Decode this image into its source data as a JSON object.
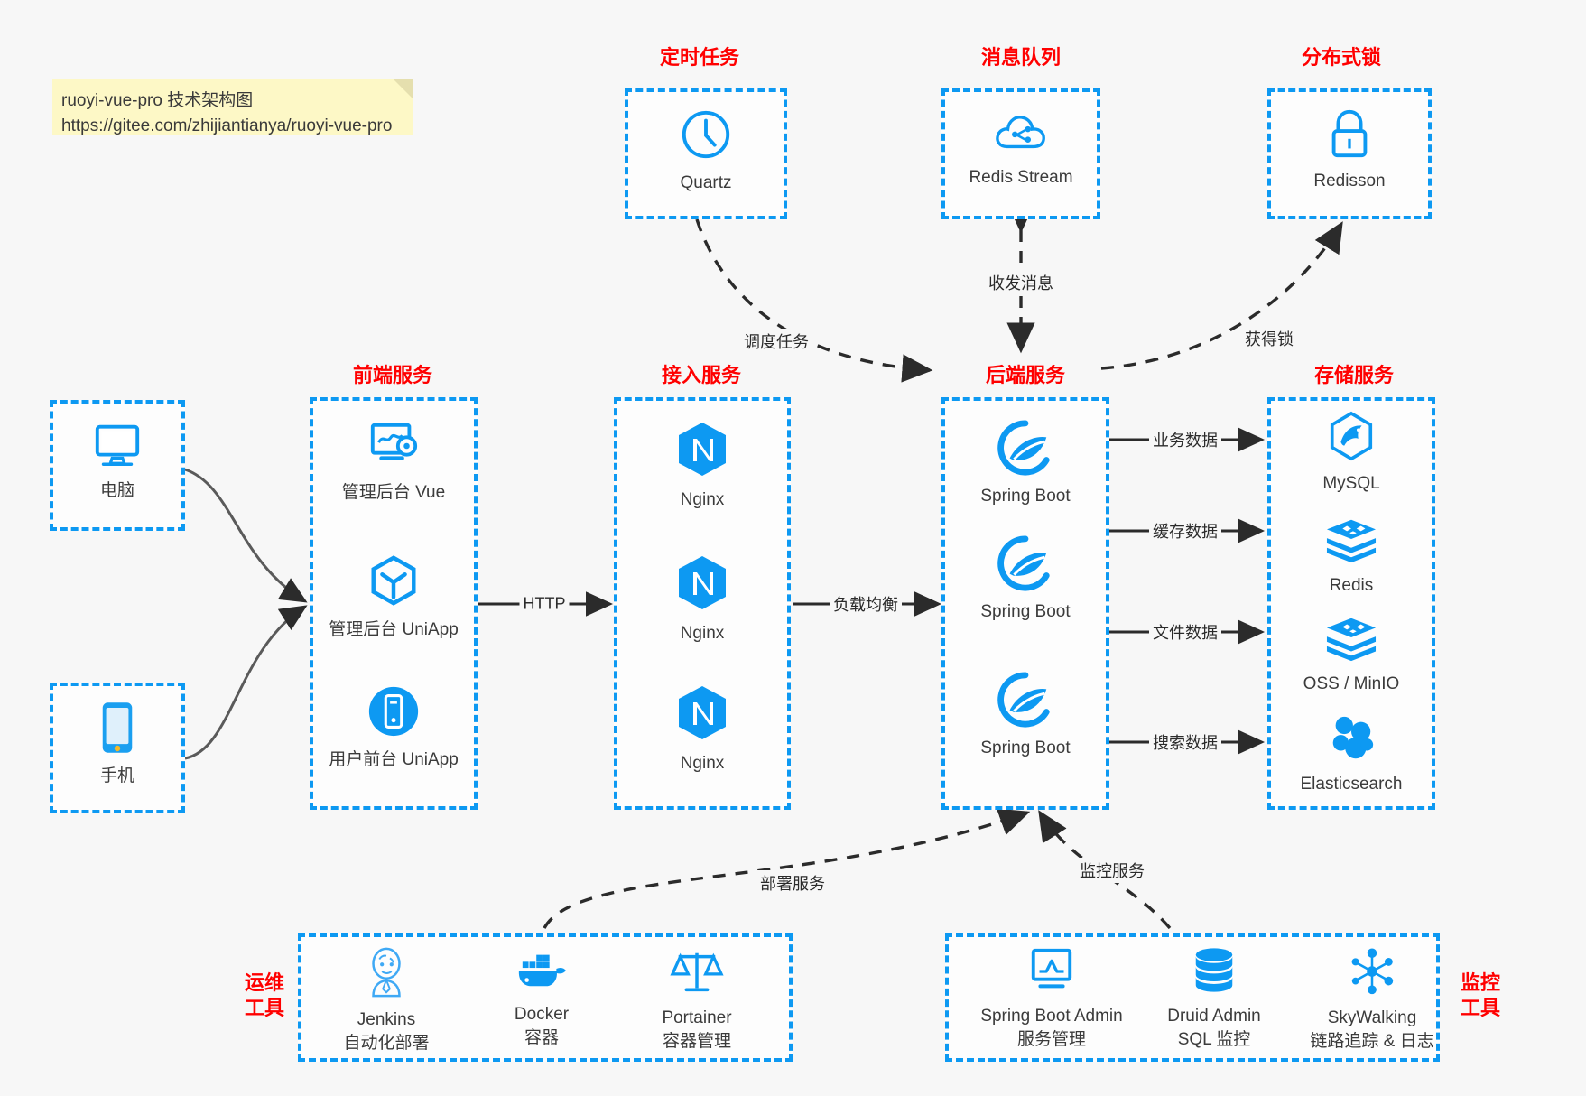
{
  "note": {
    "line1": "ruoyi-vue-pro 技术架构图",
    "line2": "https://gitee.com/zhijiantianya/ruoyi-vue-pro"
  },
  "colors": {
    "dashed_border": "#0d99f2",
    "group_title": "#ff0000",
    "icon_blue": "#0d99f2",
    "background": "#f7f7f7",
    "note_bg": "#fdf8c6",
    "edge": "#4a4a4a",
    "label_text": "#3b3b3b"
  },
  "groups": {
    "scheduled_task": {
      "title": "定时任务"
    },
    "message_queue": {
      "title": "消息队列"
    },
    "distributed_lock": {
      "title": "分布式锁"
    },
    "frontend": {
      "title": "前端服务"
    },
    "gateway": {
      "title": "接入服务"
    },
    "backend": {
      "title": "后端服务"
    },
    "storage": {
      "title": "存储服务"
    },
    "devops": {
      "title_line1": "运维",
      "title_line2": "工具"
    },
    "monitor": {
      "title_line1": "监控",
      "title_line2": "工具"
    }
  },
  "nodes": {
    "quartz": {
      "label": "Quartz",
      "icon": "clock-icon"
    },
    "redis_stream": {
      "label": "Redis Stream",
      "icon": "cloud-network-icon"
    },
    "redisson": {
      "label": "Redisson",
      "icon": "padlock-icon"
    },
    "computer": {
      "label": "电脑",
      "icon": "desktop-monitor-icon"
    },
    "phone": {
      "label": "手机",
      "icon": "mobile-phone-icon"
    },
    "admin_vue": {
      "label": "管理后台 Vue",
      "icon": "dashboard-gear-icon"
    },
    "admin_uniapp": {
      "label": "管理后台 UniApp",
      "icon": "uniapp-cube-icon"
    },
    "user_uniapp": {
      "label": "用户前台 UniApp",
      "icon": "mobile-app-icon"
    },
    "nginx1": {
      "label": "Nginx",
      "icon": "nginx-icon"
    },
    "nginx2": {
      "label": "Nginx",
      "icon": "nginx-icon"
    },
    "nginx3": {
      "label": "Nginx",
      "icon": "nginx-icon"
    },
    "springboot1": {
      "label": "Spring Boot",
      "icon": "spring-boot-leaf-icon"
    },
    "springboot2": {
      "label": "Spring Boot",
      "icon": "spring-boot-leaf-icon"
    },
    "springboot3": {
      "label": "Spring Boot",
      "icon": "spring-boot-leaf-icon"
    },
    "mysql": {
      "label": "MySQL",
      "icon": "mysql-dolphin-icon"
    },
    "redis": {
      "label": "Redis",
      "icon": "redis-stack-icon"
    },
    "oss_minio": {
      "label": "OSS / MinIO",
      "icon": "redis-stack-icon"
    },
    "elasticsearch": {
      "label": "Elasticsearch",
      "icon": "elasticsearch-cluster-icon"
    },
    "jenkins": {
      "label": "Jenkins",
      "sublabel": "自动化部署",
      "icon": "jenkins-butler-icon"
    },
    "docker": {
      "label": "Docker",
      "sublabel": "容器",
      "icon": "docker-whale-icon"
    },
    "portainer": {
      "label": "Portainer",
      "sublabel": "容器管理",
      "icon": "scales-balance-icon"
    },
    "sba": {
      "label": "Spring Boot Admin",
      "sublabel": "服务管理",
      "icon": "monitor-chart-icon"
    },
    "druid": {
      "label": "Druid Admin",
      "sublabel": "SQL 监控",
      "icon": "database-stack-icon"
    },
    "skywalking": {
      "label": "SkyWalking",
      "sublabel": "链路追踪 & 日志",
      "icon": "network-nodes-icon"
    }
  },
  "edges": {
    "http": "HTTP",
    "load_balance": "负载均衡",
    "schedule_task": "调度任务",
    "send_receive_message": "收发消息",
    "acquire_lock": "获得锁",
    "business_data": "业务数据",
    "cache_data": "缓存数据",
    "file_data": "文件数据",
    "search_data": "搜索数据",
    "deploy_service": "部署服务",
    "monitor_service": "监控服务"
  }
}
